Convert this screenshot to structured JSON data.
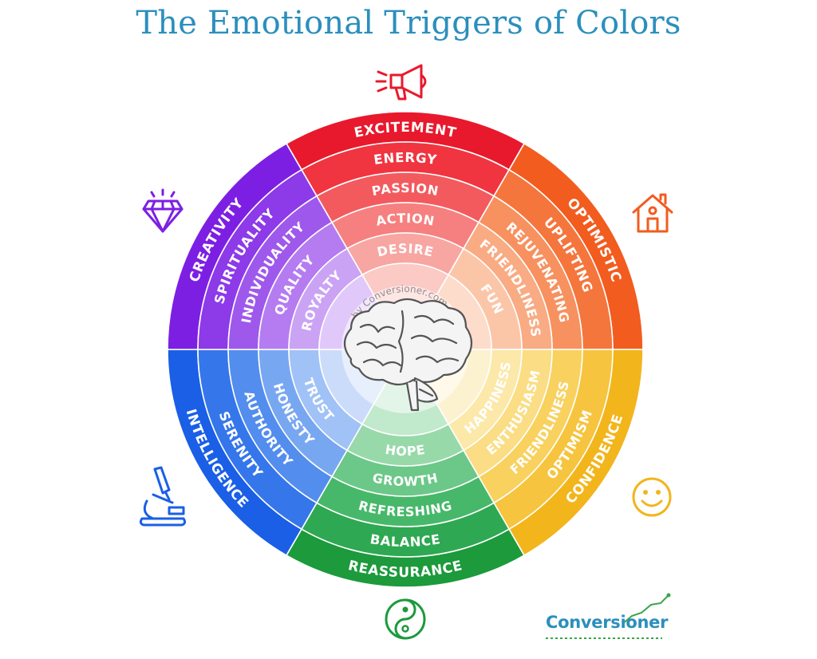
{
  "title": "The Emotional Triggers of Colors",
  "watermark": "by Conversioner.com",
  "brand": "Conversioner",
  "segments": [
    {
      "name": "red",
      "icon": "megaphone-icon",
      "colors": [
        "#e8192c",
        "#f03540",
        "#f35a5e",
        "#f6807f",
        "#f8a6a2",
        "#fbcac5"
      ],
      "triggers": [
        "EXCITEMENT",
        "ENERGY",
        "PASSION",
        "ACTION",
        "DESIRE"
      ]
    },
    {
      "name": "orange",
      "icon": "house-icon",
      "colors": [
        "#f25c1f",
        "#f4763d",
        "#f7915f",
        "#f9ab83",
        "#fbc6a8",
        "#fddccb"
      ],
      "triggers": [
        "OPTIMISTIC",
        "UPLIFTING",
        "REJUVENATING",
        "FRIENDLINESS",
        "FUN"
      ]
    },
    {
      "name": "yellow",
      "icon": "smiley-icon",
      "colors": [
        "#f2b51c",
        "#f6c43e",
        "#f8d15f",
        "#fadd84",
        "#fce8a9",
        "#fdf2d0"
      ],
      "triggers": [
        "CONFIDENCE",
        "OPTIMISM",
        "FRIENDLINESS",
        "ENTHUSIASM",
        "HAPPINESS"
      ]
    },
    {
      "name": "green",
      "icon": "yin-yang-icon",
      "colors": [
        "#1c9a3c",
        "#2ea852",
        "#47b86a",
        "#6cc888",
        "#98d9a9",
        "#c1e9cc"
      ],
      "triggers": [
        "REASSURANCE",
        "BALANCE",
        "REFRESHING",
        "GROWTH",
        "HOPE"
      ]
    },
    {
      "name": "blue",
      "icon": "microscope-icon",
      "colors": [
        "#1a5fe6",
        "#3576ea",
        "#538ded",
        "#78a7f1",
        "#a0c2f6",
        "#cbdcfa"
      ],
      "triggers": [
        "INTELLIGENCE",
        "SERENITY",
        "AUTHORITY",
        "HONESTY",
        "TRUST"
      ]
    },
    {
      "name": "purple",
      "icon": "diamond-icon",
      "colors": [
        "#7d1fe3",
        "#8d3ae8",
        "#9f58ec",
        "#b57cf1",
        "#cba3f5",
        "#e0c9fa"
      ],
      "triggers": [
        "CREATIVITY",
        "SPIRITUALITY",
        "INDIVIDUALITY",
        "QUALITY",
        "ROYALTY"
      ]
    }
  ],
  "icon_colors": {
    "megaphone-icon": "#e8192c",
    "house-icon": "#f25c1f",
    "smiley-icon": "#f2b51c",
    "yin-yang-icon": "#1c9a3c",
    "microscope-icon": "#1a5fe6",
    "diamond-icon": "#7d1fe3",
    "brain-icon": "#555555",
    "brand-accent": "#3aa54a"
  }
}
